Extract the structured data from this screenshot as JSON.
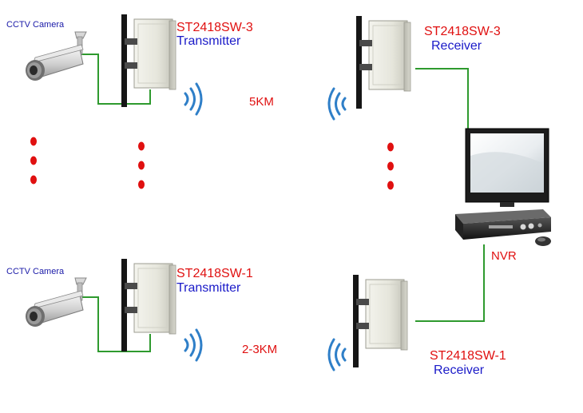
{
  "top_link": {
    "camera_label": "CCTV Camera",
    "transmitter_model": "ST2418SW-3",
    "transmitter_role": "Transmitter",
    "distance": "5KM",
    "receiver_model": "ST2418SW-3",
    "receiver_role": "Receiver"
  },
  "bottom_link": {
    "camera_label": "CCTV Camera",
    "transmitter_model": "ST2418SW-1",
    "transmitter_role": "Transmitter",
    "distance": "2-3KM",
    "receiver_model": "ST2418SW-1",
    "receiver_role": "Receiver"
  },
  "recorder": {
    "label": "NVR"
  },
  "colors": {
    "cable": "#2e9a2e",
    "model_text": "#e01010",
    "role_text": "#1a1ac8",
    "camera_text": "#1a1aa8",
    "signal_waves": "#2f7fc8",
    "ellipsis_dots": "#e01010"
  }
}
